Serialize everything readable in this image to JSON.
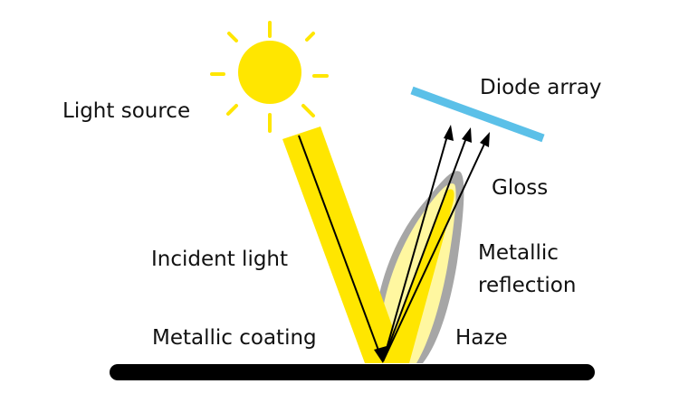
{
  "labels": {
    "light_source": "Light source",
    "diode_array": "Diode array",
    "gloss": "Gloss",
    "incident_light": "Incident light",
    "metallic_reflection_line1": "Metallic",
    "metallic_reflection_line2": "reflection",
    "metallic_coating": "Metallic coating",
    "haze": "Haze"
  },
  "colors": {
    "sun": "#FFE600",
    "beam": "#FFE600",
    "haze": "#A6A6A6",
    "haze_inner": "#FFF7A0",
    "diode": "#5BC0E8",
    "surface": "#000000",
    "arrow": "#000000"
  }
}
